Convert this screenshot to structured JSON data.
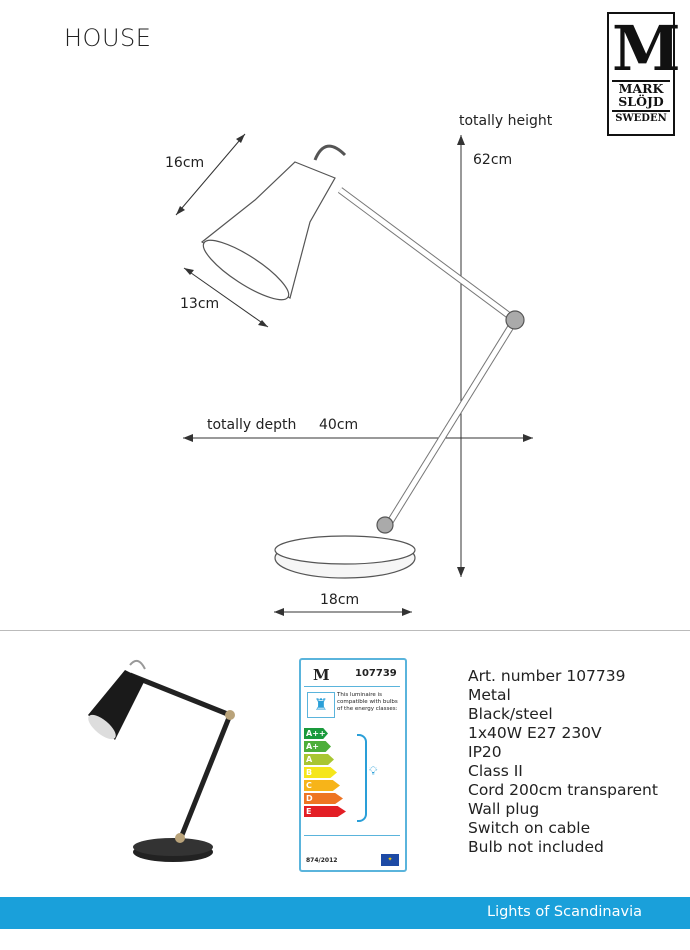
{
  "title": "HOUSE",
  "logo": {
    "letter": "M",
    "line1": "MARK",
    "line2": "SLÖJD",
    "line3": "SWEDEN"
  },
  "dimensions": {
    "shade_length": "16cm",
    "shade_diameter": "13cm",
    "height_label": "totally height",
    "height_value": "62cm",
    "depth_label": "totally depth",
    "depth_value": "40cm",
    "base": "18cm"
  },
  "energy_label": {
    "art": "107739",
    "text": "This luminaire is compatible with bulbs of the energy classes:",
    "classes": [
      {
        "label": "A++",
        "color": "#1a9a3c"
      },
      {
        "label": "A+",
        "color": "#4cae3a"
      },
      {
        "label": "A",
        "color": "#a8c632"
      },
      {
        "label": "B",
        "color": "#f5e61c"
      },
      {
        "label": "C",
        "color": "#f7b419"
      },
      {
        "label": "D",
        "color": "#ee7523"
      },
      {
        "label": "E",
        "color": "#e31e25"
      }
    ],
    "regulation": "874/2012",
    "accent": "#5ab4dc"
  },
  "specs": [
    "Art. number 107739",
    "Metal",
    "Black/steel",
    "1x40W E27 230V",
    "IP20",
    "Class II",
    "Cord 200cm transparent",
    "Wall plug",
    "Switch on cable",
    "Bulb not included"
  ],
  "footer": {
    "text": "Lights of Scandinavia",
    "color": "#1aa0da"
  }
}
